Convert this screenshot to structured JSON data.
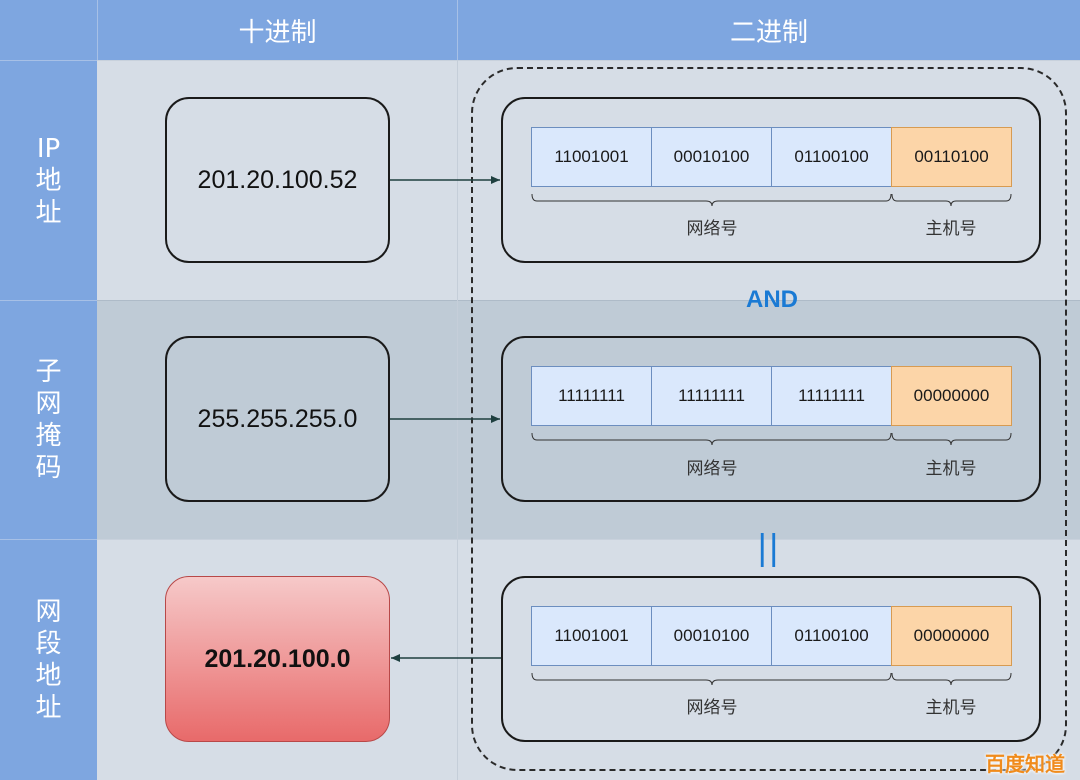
{
  "header": {
    "decimal": "十进制",
    "binary": "二进制"
  },
  "rows": [
    {
      "label": "IP地址",
      "decimal": "201.20.100.52",
      "octets": [
        "11001001",
        "00010100",
        "01100100",
        "00110100"
      ],
      "network_label": "网络号",
      "host_label": "主机号"
    },
    {
      "label": "子网掩码",
      "decimal": "255.255.255.0",
      "octets": [
        "11111111",
        "11111111",
        "11111111",
        "00000000"
      ],
      "network_label": "网络号",
      "host_label": "主机号"
    },
    {
      "label": "网段地址",
      "decimal": "201.20.100.0",
      "octets": [
        "11001001",
        "00010100",
        "01100100",
        "00000000"
      ],
      "network_label": "网络号",
      "host_label": "主机号"
    }
  ],
  "operator_and": "AND",
  "operator_eq": "||",
  "watermark": "百度知道",
  "colors": {
    "header": "#7ea6e0",
    "network_octet": "#dae8fc",
    "host_octet": "#fcd5a8",
    "result": "#e86a6a",
    "operator": "#1a7ad4"
  }
}
